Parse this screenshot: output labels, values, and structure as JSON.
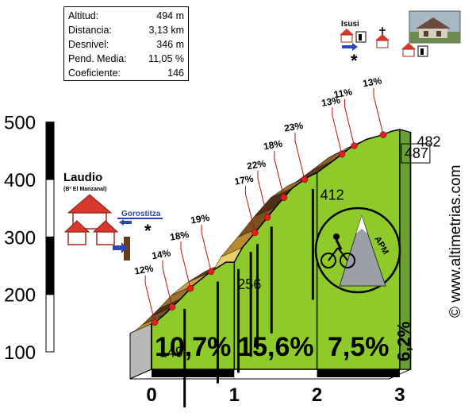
{
  "stats": [
    {
      "label": "Altitud:",
      "value": "494 m"
    },
    {
      "label": "Distancia:",
      "value": "3,13 km"
    },
    {
      "label": "Desnivel:",
      "value": "346 m"
    },
    {
      "label": "Pend. Media:",
      "value": "11,05 %"
    },
    {
      "label": "Coeficiente:",
      "value": "146"
    }
  ],
  "start_place": {
    "name": "Laudio",
    "sub": "(Bº El Manzanal)"
  },
  "waypoints": {
    "gorostitza": "Gorostitza",
    "isusi": "Isusi"
  },
  "watermark": "© www.altimetrias.com",
  "logo_text": "APM",
  "colors": {
    "profile_green": "#8ecb2a",
    "last_section": "#6aa030",
    "road_band": "#6b4a1e",
    "markers": "#e02020"
  },
  "chart_data": {
    "type": "area",
    "ylim": [
      100,
      500
    ],
    "yticks": [
      "100",
      "200",
      "300",
      "400",
      "500"
    ],
    "xlim": [
      0,
      3.25
    ],
    "xticks": [
      "0",
      "1",
      "2",
      "3"
    ],
    "profile": [
      {
        "x": 0,
        "y": 149
      },
      {
        "x": 0.05,
        "y": 152
      },
      {
        "x": 0.15,
        "y": 164
      },
      {
        "x": 0.25,
        "y": 178
      },
      {
        "x": 0.35,
        "y": 192
      },
      {
        "x": 0.5,
        "y": 215
      },
      {
        "x": 0.7,
        "y": 238
      },
      {
        "x": 0.9,
        "y": 256
      },
      {
        "x": 1.0,
        "y": 256
      },
      {
        "x": 1.1,
        "y": 282
      },
      {
        "x": 1.3,
        "y": 316
      },
      {
        "x": 1.5,
        "y": 352
      },
      {
        "x": 1.7,
        "y": 385
      },
      {
        "x": 1.9,
        "y": 405
      },
      {
        "x": 2.0,
        "y": 412
      },
      {
        "x": 2.2,
        "y": 433
      },
      {
        "x": 2.4,
        "y": 455
      },
      {
        "x": 2.6,
        "y": 470
      },
      {
        "x": 2.8,
        "y": 478
      },
      {
        "x": 2.9,
        "y": 484
      },
      {
        "x": 3.0,
        "y": 487
      },
      {
        "x": 3.13,
        "y": 482
      }
    ],
    "section_markers": [
      0,
      1,
      2,
      3,
      3.13
    ],
    "elevation_labels": [
      {
        "x": 0.0,
        "text": "149"
      },
      {
        "x": 1.0,
        "text": "256"
      },
      {
        "x": 2.0,
        "text": "412"
      },
      {
        "x": 3.0,
        "text": "487"
      },
      {
        "x": 3.13,
        "text": "482"
      }
    ],
    "section_grades": [
      {
        "from": 0,
        "to": 1,
        "label": "10,7%"
      },
      {
        "from": 1,
        "to": 2,
        "label": "15,6%"
      },
      {
        "from": 2,
        "to": 3,
        "label": "7,5%"
      },
      {
        "from": 3,
        "to": 3.13,
        "label": "6,2%"
      }
    ],
    "grade_annotations": [
      {
        "x": 0.04,
        "label": "12%"
      },
      {
        "x": 0.25,
        "label": "14%"
      },
      {
        "x": 0.47,
        "label": "18%"
      },
      {
        "x": 0.72,
        "label": "19%"
      },
      {
        "x": 1.25,
        "label": "17%"
      },
      {
        "x": 1.4,
        "label": "22%"
      },
      {
        "x": 1.6,
        "label": "18%"
      },
      {
        "x": 1.85,
        "label": "23%"
      },
      {
        "x": 2.3,
        "label": "13%"
      },
      {
        "x": 2.45,
        "label": "11%"
      },
      {
        "x": 2.8,
        "label": "13%"
      }
    ]
  }
}
